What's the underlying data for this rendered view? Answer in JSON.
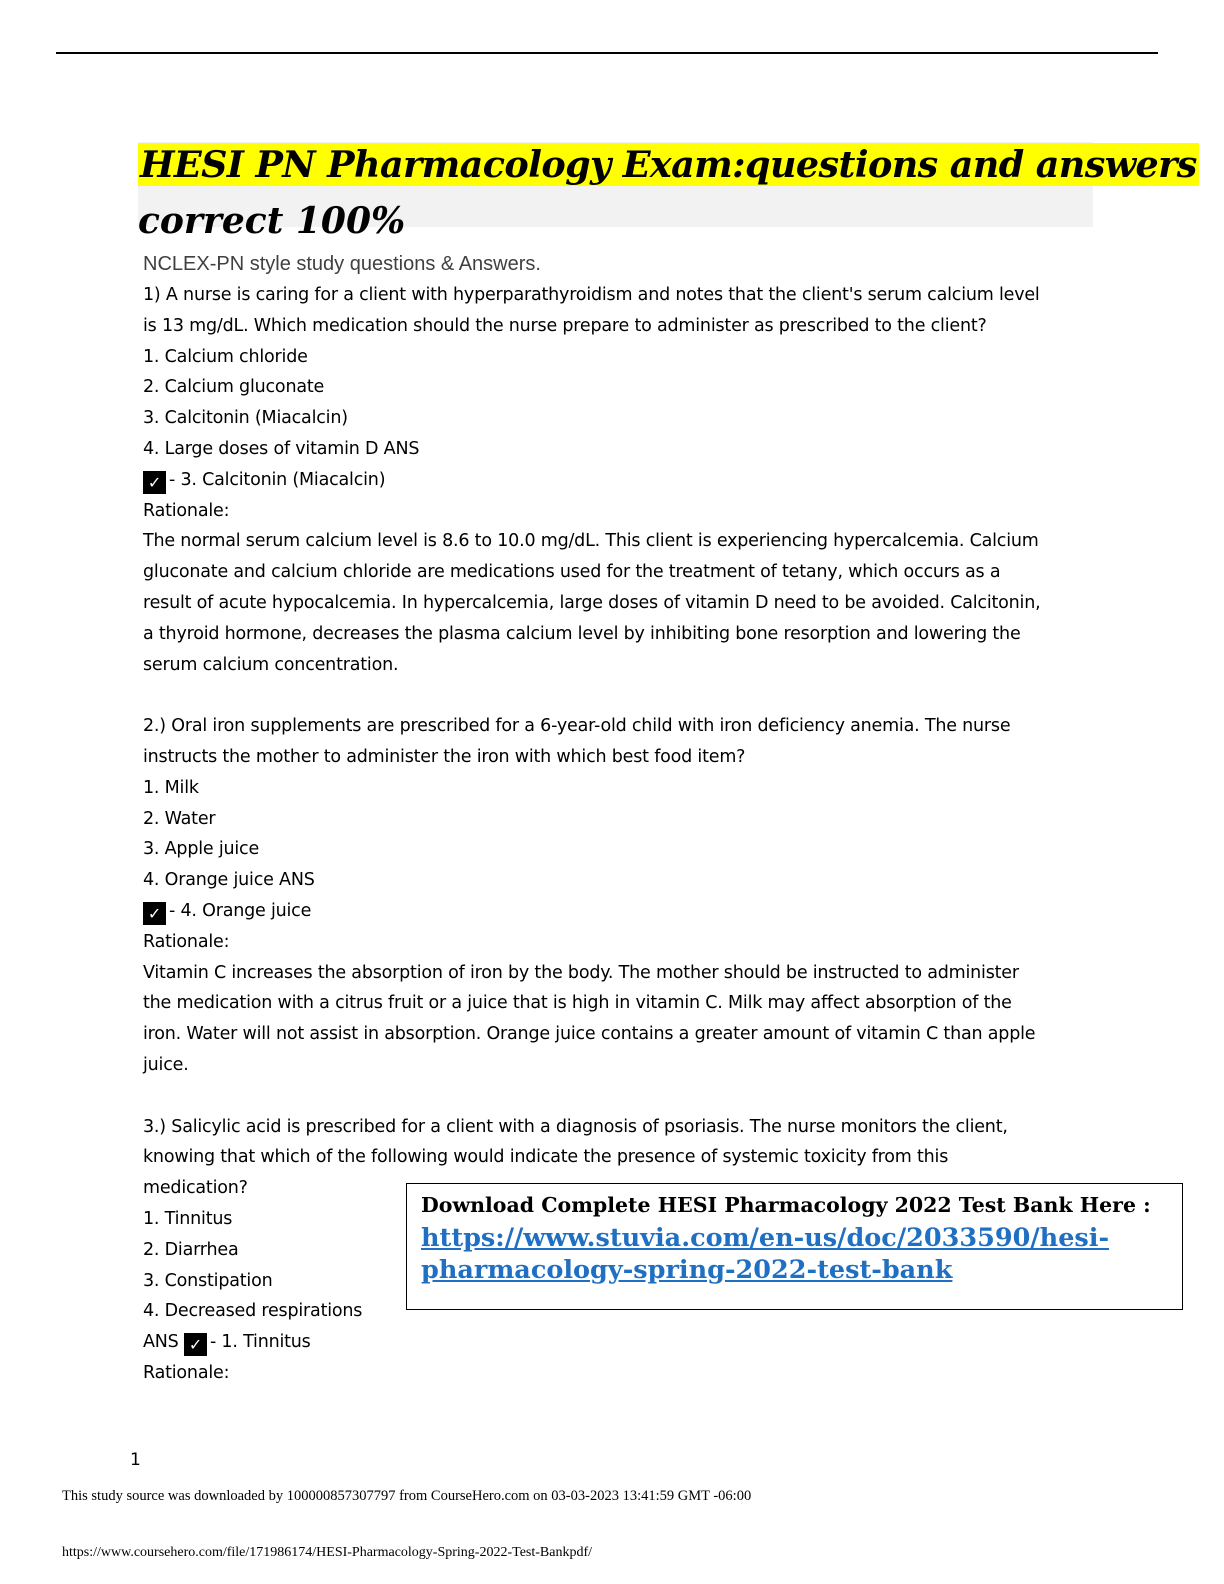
{
  "document": {
    "title": "HESI PN Pharmacology Exam:questions and answers",
    "title_cut_line": "correct 100%",
    "subtitle": "NCLEX-PN style study questions & Answers."
  },
  "questions": [
    {
      "stem_lines": [
        "1) A nurse is caring for a client with hyperparathyroidism and notes that the client's serum calcium level",
        "is 13 mg/dL. Which medication should the nurse prepare to administer as prescribed to the client?"
      ],
      "options": [
        " 1. Calcium chloride",
        " 2. Calcium gluconate",
        " 3. Calcitonin (Miacalcin)",
        " 4. Large doses of vitamin D ANS"
      ],
      "answer_prefix": "",
      "answer": "- 3. Calcitonin (Miacalcin)",
      "rationale_label": "Rationale:",
      "rationale_lines": [
        "The normal serum calcium level is 8.6 to 10.0 mg/dL. This client is experiencing hypercalcemia. Calcium",
        "gluconate and calcium chloride are medications used for the treatment of tetany, which occurs as a",
        "result of acute hypocalcemia. In hypercalcemia, large doses of vitamin D need to be avoided. Calcitonin,",
        "a thyroid hormone, decreases the plasma calcium level by inhibiting bone resorption and lowering the",
        "serum calcium concentration."
      ]
    },
    {
      "stem_lines": [
        "2.) Oral iron supplements are prescribed for a 6-year-old child with iron deficiency anemia. The nurse",
        "instructs the mother to administer the iron with which best food item?"
      ],
      "options": [
        " 1. Milk",
        " 2. Water",
        " 3. Apple juice",
        " 4. Orange juice ANS"
      ],
      "answer_prefix": "",
      "answer": "- 4. Orange juice",
      "rationale_label": "Rationale:",
      "rationale_lines": [
        "Vitamin C increases the absorption of iron by the body. The mother should be instructed to administer",
        "the medication with a citrus fruit or a juice that is high in vitamin C. Milk may affect absorption of the",
        "iron. Water will not assist in absorption. Orange juice contains a greater amount of vitamin C than apple",
        "juice."
      ]
    },
    {
      "stem_lines": [
        "3.) Salicylic acid is prescribed for a client with a diagnosis of psoriasis. The nurse monitors the client,",
        "knowing that which of the following would indicate the presence of systemic toxicity from this",
        "medication?"
      ],
      "options": [
        " 1. Tinnitus",
        " 2. Diarrhea",
        " 3. Constipation",
        " 4. Decreased respirations"
      ],
      "answer_prefix": "ANS ",
      "answer": "- 1. Tinnitus",
      "rationale_label": "Rationale:",
      "rationale_lines": []
    }
  ],
  "check_icon": "✓",
  "ad": {
    "title": "Download Complete HESI Pharmacology 2022 Test Bank Here :",
    "link": "https://www.stuvia.com/en-us/doc/2033590/hesi-pharmacology-spring-2022-test-bank",
    "link_color": "#1f6fc2"
  },
  "page_number": "1",
  "footer": {
    "source": "This study source was downloaded by 100000857307797 from CourseHero.com on 03-03-2023 13:41:59 GMT -06:00",
    "url": "https://www.coursehero.com/file/171986174/HESI-Pharmacology-Spring-2022-Test-Bankpdf/"
  }
}
